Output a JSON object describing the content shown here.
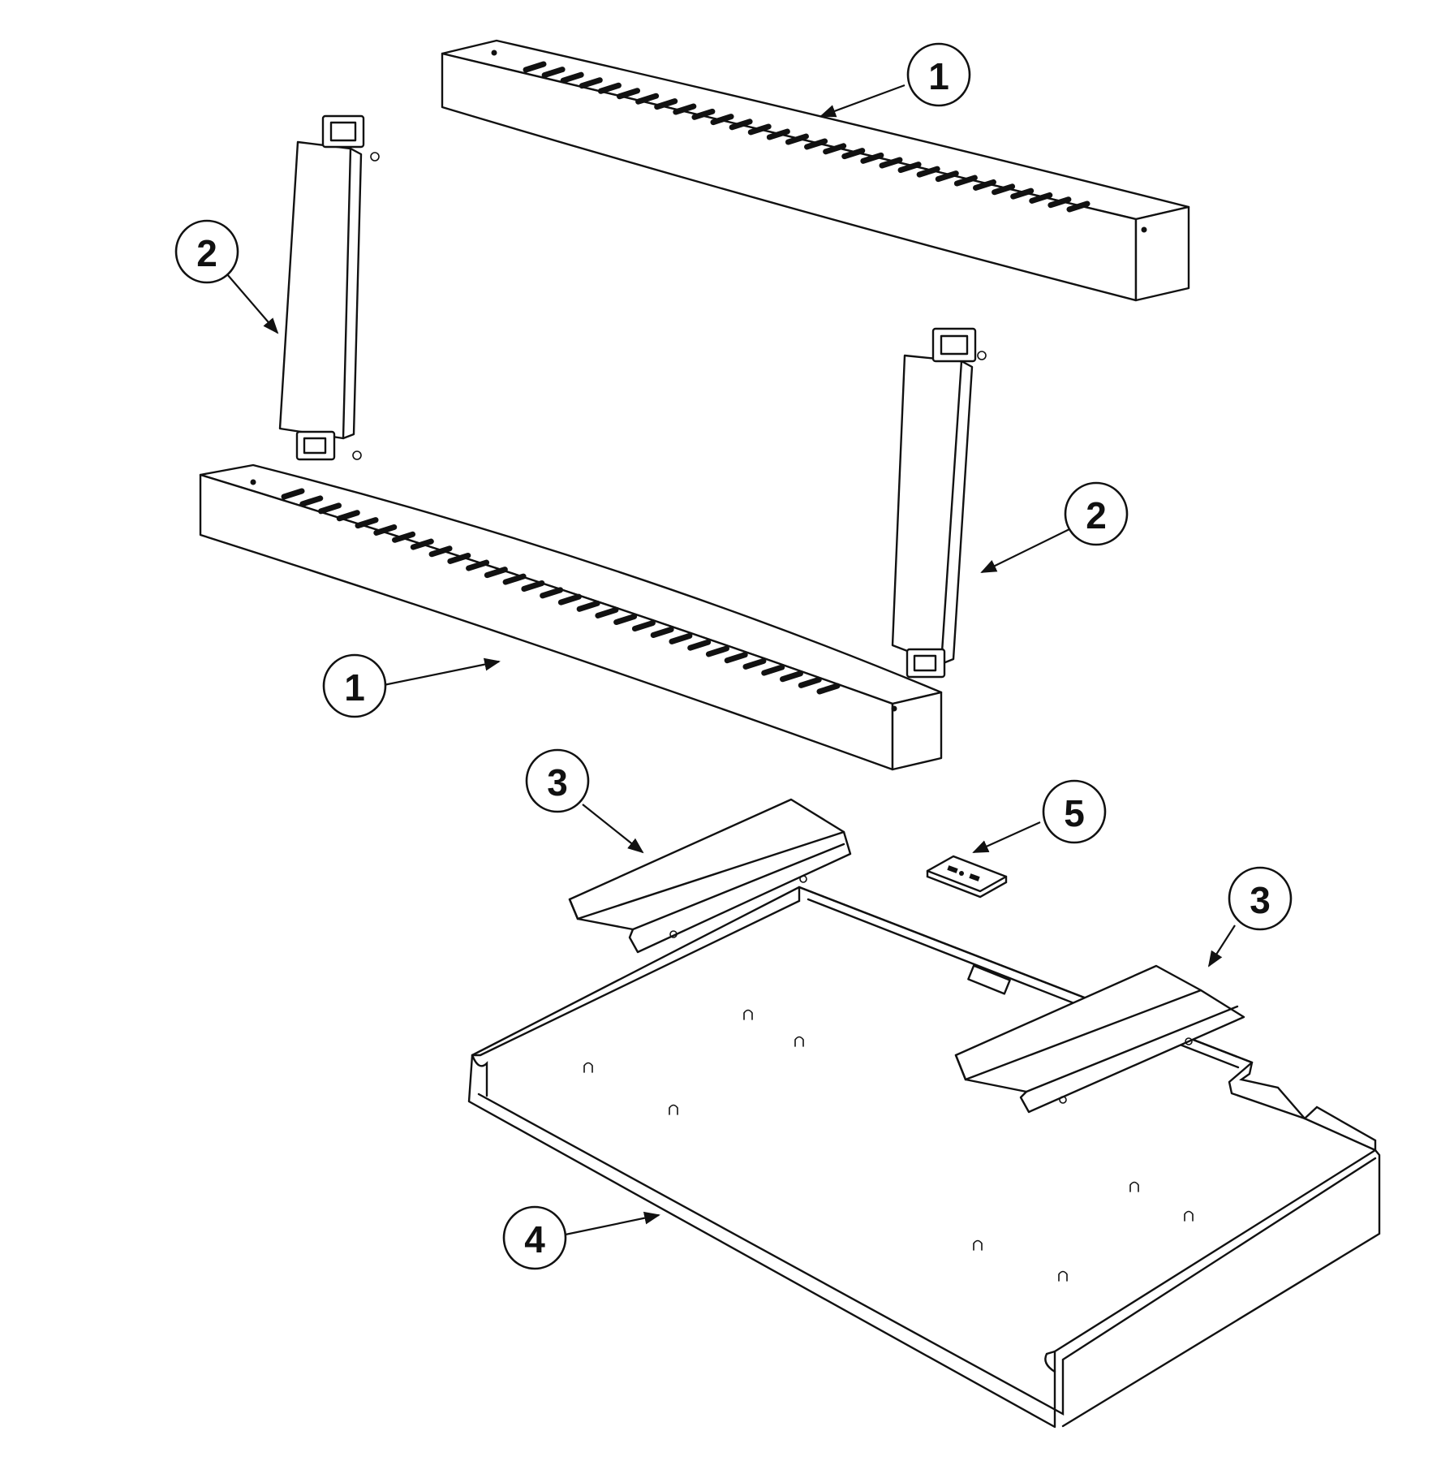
{
  "callouts": [
    {
      "id": "rail-top",
      "label": "1"
    },
    {
      "id": "rail-bottom",
      "label": "1"
    },
    {
      "id": "leg-left",
      "label": "2"
    },
    {
      "id": "leg-right",
      "label": "2"
    },
    {
      "id": "bracket-left",
      "label": "3"
    },
    {
      "id": "bracket-right",
      "label": "3"
    },
    {
      "id": "base-tray",
      "label": "4"
    },
    {
      "id": "clip",
      "label": "5"
    }
  ],
  "colors": {
    "line": "#111111",
    "background": "#ffffff"
  }
}
